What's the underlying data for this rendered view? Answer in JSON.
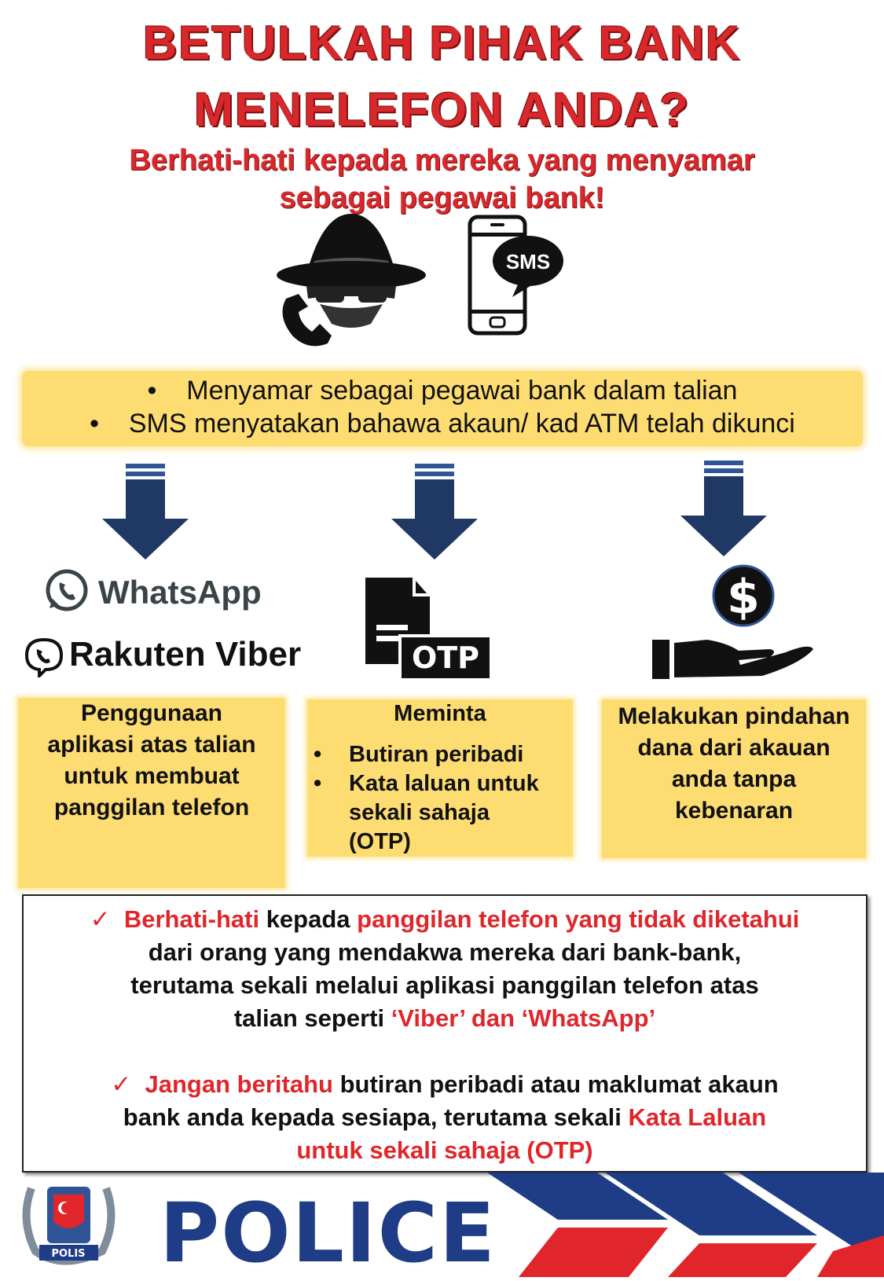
{
  "title": {
    "line1": "BETULKAH PIHAK BANK",
    "line2": "MENELEFON ANDA?"
  },
  "subtitle": {
    "line1": "Berhati-hati kepada mereka yang menyamar",
    "line2": "sebagai pegawai bank!"
  },
  "icons": {
    "spy": "spy-hat-icon",
    "phone": "phone-handset-icon",
    "sms_label": "SMS"
  },
  "banner": {
    "items": [
      "Menyamar sebagai pegawai bank dalam talian",
      "SMS menyatakan bahawa akaun/ kad ATM telah dikunci"
    ]
  },
  "columns": {
    "left": {
      "apps": [
        "WhatsApp",
        "Rakuten Viber"
      ],
      "text": [
        "Penggunaan",
        "aplikasi atas talian",
        "untuk membuat",
        "panggilan telefon"
      ]
    },
    "middle": {
      "otp_label": "OTP",
      "heading": "Meminta",
      "bullets": [
        "Butiran peribadi",
        "Kata laluan untuk",
        "sekali sahaja",
        "(OTP)"
      ]
    },
    "right": {
      "text": [
        "Melakukan pindahan",
        "dana dari akauan",
        "anda tanpa",
        "kebenaran"
      ]
    }
  },
  "warning": {
    "p1": {
      "a_red": "Berhati-hati",
      "b": " kepada ",
      "c_red": "panggilan telefon yang tidak diketahui",
      "line2": "dari orang yang mendakwa mereka dari bank-bank,",
      "line3": "terutama sekali melalui aplikasi panggilan telefon atas",
      "line4_a": "talian seperti ",
      "line4_red": "‘Viber’ dan ‘WhatsApp’"
    },
    "p2": {
      "a_red": "Jangan beritahu",
      "b": " butiran peribadi atau maklumat akaun",
      "line2_a": "bank anda kepada sesiapa, terutama sekali ",
      "line2_red": "Kata Laluan",
      "line3_red": "untuk sekali sahaja (OTP)"
    }
  },
  "footer": {
    "police": "POLICE",
    "crest_text": "POLIS"
  },
  "colors": {
    "red": "#d8282c",
    "yellow": "#fddc72",
    "navy": "#1f3c86",
    "arrow": "#1f3864"
  }
}
